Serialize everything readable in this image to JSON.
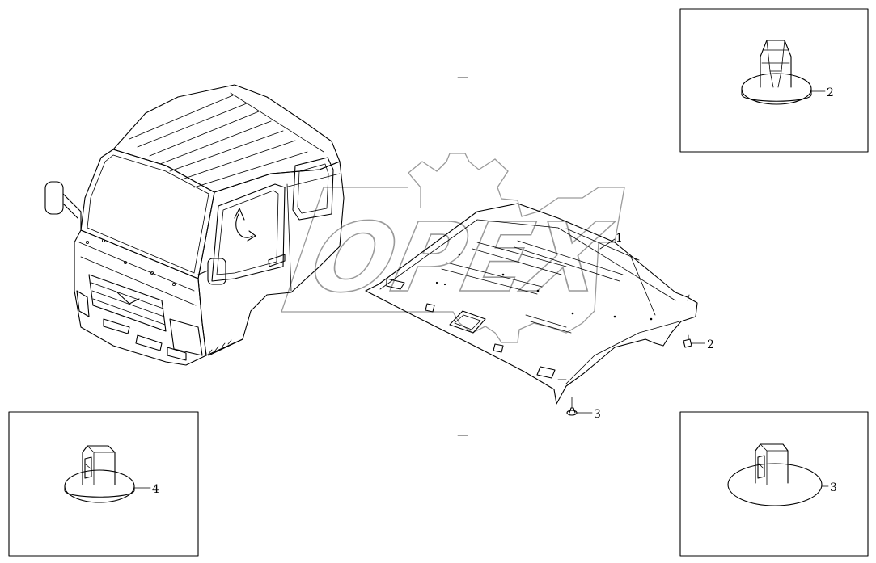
{
  "watermark": {
    "text": "OPEX"
  },
  "callouts": {
    "roof_panel": "1",
    "clip_center": "2",
    "clip_inset": "2",
    "rivet_center": "3",
    "rivet_inset": "3",
    "fastener_inset": "4"
  },
  "colors": {
    "line": "#000000",
    "watermark": "#9a9a9a",
    "background": "#ffffff"
  }
}
